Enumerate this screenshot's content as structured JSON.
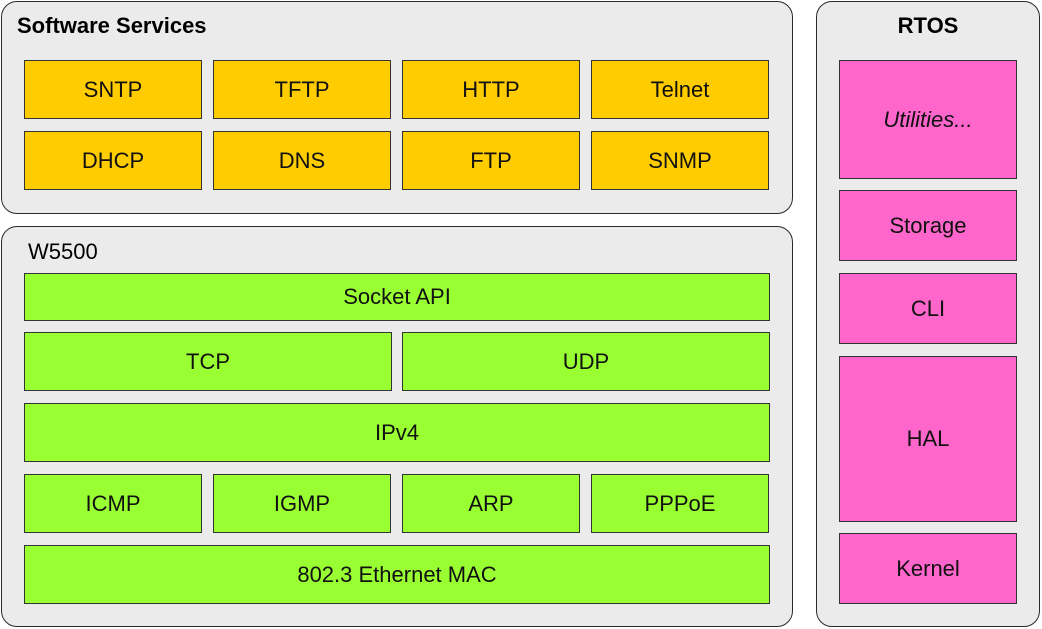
{
  "software_services": {
    "title": "Software Services",
    "items": [
      "SNTP",
      "TFTP",
      "HTTP",
      "Telnet",
      "DHCP",
      "DNS",
      "FTP",
      "SNMP"
    ]
  },
  "w5500": {
    "title": "W5500",
    "socket_api": "Socket API",
    "tcp": "TCP",
    "udp": "UDP",
    "ipv4": "IPv4",
    "icmp": "ICMP",
    "igmp": "IGMP",
    "arp": "ARP",
    "pppoe": "PPPoE",
    "mac": "802.3 Ethernet MAC"
  },
  "rtos": {
    "title": "RTOS",
    "utilities": "Utilities...",
    "storage": "Storage",
    "cli": "CLI",
    "hal": "HAL",
    "kernel": "Kernel"
  },
  "colors": {
    "services_fill": "#ffcc00",
    "w5500_fill": "#99ff33",
    "rtos_fill": "#ff66cc",
    "panel_fill": "#ebebeb"
  }
}
